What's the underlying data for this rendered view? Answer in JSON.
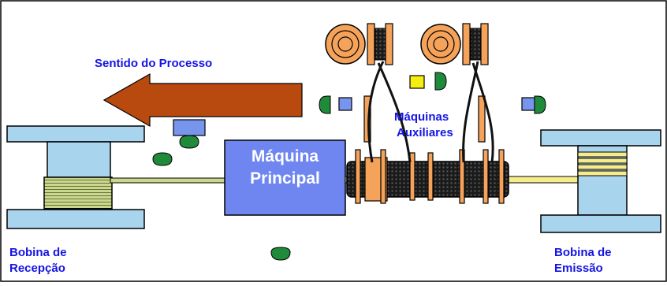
{
  "labels": {
    "direction": "Sentido do Processo",
    "main_machine_line1": "Máquina",
    "main_machine_line2": "Principal",
    "aux_machines_line1": "Máquinas",
    "aux_machines_line2": "Auxiliares",
    "receiving_bobbin_line1": "Bobina de",
    "receiving_bobbin_line2": "Recepção",
    "emission_bobbin_line1": "Bobina de",
    "emission_bobbin_line2": "Emissão"
  },
  "colors": {
    "label_blue": "#1414e6",
    "bobbin_blue": "#a9d4ee",
    "machine_blue": "#6f86f0",
    "arrow_brown": "#b84a10",
    "spool_orange": "#f5a35a",
    "sensor_green": "#1f8a3a",
    "wire_yellow": "#f6ec8c",
    "yellow_square": "#f4ef10",
    "small_blue": "#7895ee"
  }
}
